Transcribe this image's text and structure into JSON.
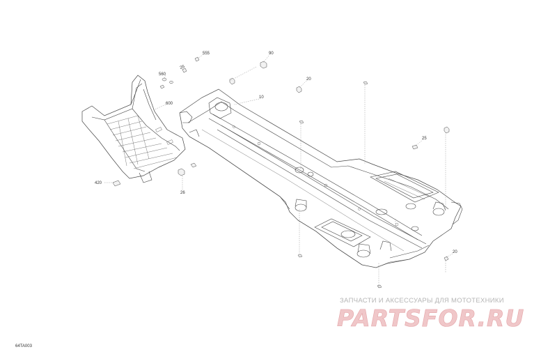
{
  "diagram": {
    "reference_code": "64TA003",
    "callouts": {
      "c555": "555",
      "c560": "560",
      "c25a": "25",
      "c600": "600",
      "c420": "420",
      "c26": "26",
      "c90": "90",
      "c20a": "20",
      "c10": "10",
      "c25b": "25",
      "c20b": "20"
    }
  },
  "watermark": {
    "tagline": "ЗАПЧАСТИ И АКСЕССУАРЫ ДЛЯ МОТОТЕХНИКИ",
    "logo": "PARTSFOR.RU"
  }
}
